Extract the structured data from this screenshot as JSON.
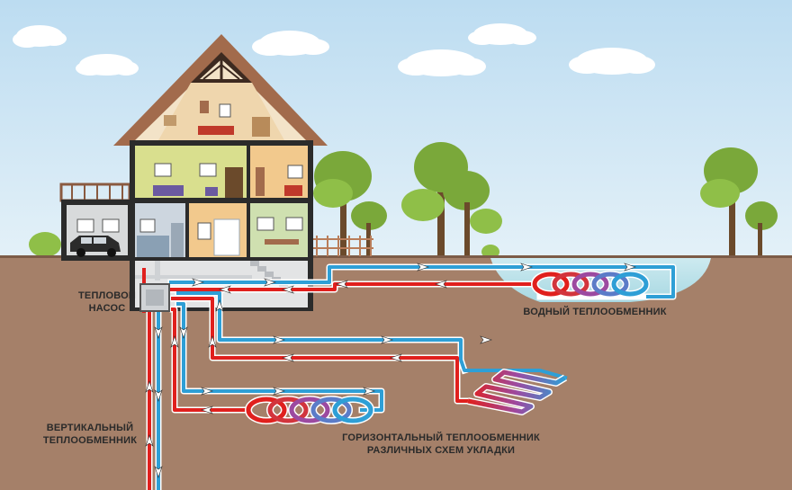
{
  "labels": {
    "heat_pump": [
      "ТЕПЛОВОЙ",
      "НАСОС"
    ],
    "water_exchanger": "ВОДНЫЙ ТЕПЛООБМЕННИК",
    "vertical_exchanger": [
      "ВЕРТИКАЛЬНЫЙ",
      "ТЕПЛООБМЕННИК"
    ],
    "horizontal_exchanger": [
      "ГОРИЗОНТАЛЬНЫЙ ТЕПЛООБМЕННИК",
      "РАЗЛИЧНЫХ СХЕМ УКЛАДКИ"
    ]
  },
  "colors": {
    "sky": "#c9e3f3",
    "ground": "#a58069",
    "pond": "#bde2e8",
    "roof": "#a26b4c",
    "hot_pipe": "#e0201d",
    "cold_pipe": "#2e9fd6",
    "pipe_outline": "#ffffff",
    "tree_foliage": "#7aa83a",
    "trunk": "#6b4a2b"
  },
  "icons": [
    "flow-arrow-icon",
    "car-icon",
    "cloud-icon",
    "tree-icon"
  ]
}
